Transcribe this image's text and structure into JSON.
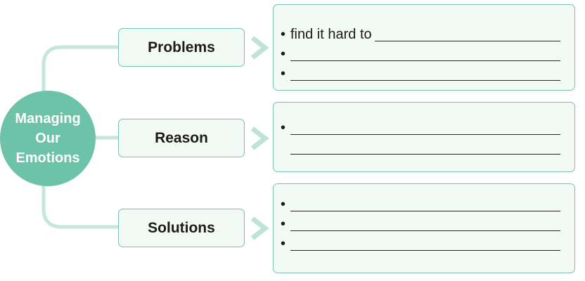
{
  "hub": {
    "label_lines": [
      "Managing",
      "Our",
      "Emotions"
    ]
  },
  "categories": [
    {
      "label": "Problems",
      "lines": [
        {
          "bullet": "•",
          "prompt": "find it hard to"
        },
        {
          "bullet": "•",
          "prompt": ""
        },
        {
          "bullet": "•",
          "prompt": ""
        }
      ]
    },
    {
      "label": "Reason",
      "lines": [
        {
          "bullet": "•",
          "prompt": ""
        },
        {
          "bullet": "",
          "prompt": ""
        }
      ]
    },
    {
      "label": "Solutions",
      "lines": [
        {
          "bullet": "•",
          "prompt": ""
        },
        {
          "bullet": "•",
          "prompt": ""
        },
        {
          "bullet": "•",
          "prompt": ""
        }
      ]
    }
  ],
  "colors": {
    "hub_fill": "#6cc3a7",
    "box_border": "#79c2a7",
    "box_fill": "#f2faf6",
    "connector": "#c5e6da",
    "chevron": "#bfe3d5",
    "text": "#1f1a17"
  }
}
